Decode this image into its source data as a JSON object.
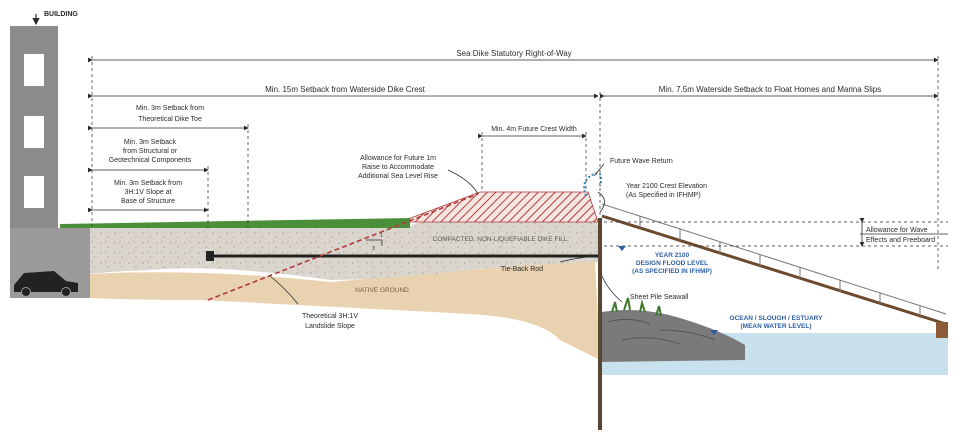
{
  "labels": {
    "building": "BUILDING",
    "right_of_way": "Sea Dike Statutory Right-of-Way",
    "setback_15m": "Min. 15m Setback from Waterside Dike Crest",
    "setback_7_5m": "Min. 7.5m Waterside Setback to Float Homes and Marina Slips",
    "setback_dike_toe": [
      "Min. 3m Setback from",
      "Theoretical Dike Toe"
    ],
    "setback_structural": [
      "Min. 3m Setback",
      "from Structural or",
      "Geotechnical Components"
    ],
    "setback_slope": [
      "Min. 3m Setback from",
      "3H:1V Slope at",
      "Base of Structure"
    ],
    "crest_width": "Min. 4m Future Crest Width",
    "sea_level_allowance": [
      "Allowance for Future 1m",
      "Raise to Accommodate",
      "Additional Sea Level Rise"
    ],
    "wave_return": "Future Wave Return",
    "crest_elevation": [
      "Year 2100 Crest Elevation",
      "(As Specified in IFHMP)"
    ],
    "wave_allowance": [
      "Allowance for Wave",
      "Effects and Freeboard"
    ],
    "flood_level": [
      "YEAR 2100",
      "DESIGN FLOOD LEVEL",
      "(AS SPECIFIED IN IFHMP)"
    ],
    "dike_fill": "COMPACTED, NON-LIQUEFIABLE DIKE FILL",
    "tie_back": "Tie-Back Rod",
    "native_ground": "NATIVE GROUND",
    "landslide_slope": [
      "Theoretical 3H:1V",
      "Landslide Slope"
    ],
    "seawall": "Sheet Pile Seawall",
    "water": [
      "OCEAN / SLOUGH / ESTUARY",
      "(MEAN WATER LEVEL)"
    ],
    "slope_ratio_rise": "1",
    "slope_ratio_run": "3"
  },
  "colors": {
    "fill": "#d9d5cd",
    "native_ground": "#e8d2b0",
    "grass": "#4c8f3a",
    "hatch": "#b23a3a",
    "water": "#c9e1ec",
    "blue_text": "#2e5fa5",
    "line": "#2b2b2b"
  },
  "icons": [
    "car-icon",
    "building-icon",
    "flood-level-marker-icon",
    "wave-return-icon"
  ]
}
